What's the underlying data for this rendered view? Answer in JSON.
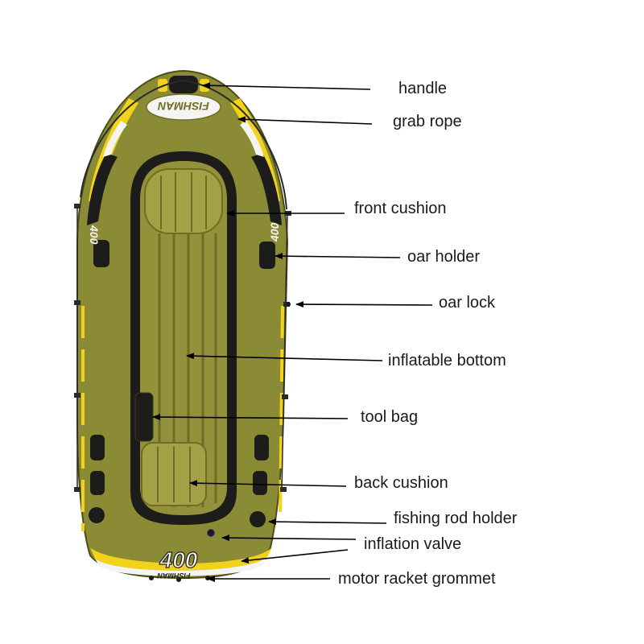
{
  "boat": {
    "model": "400",
    "brand": "FISHMAN",
    "colors": {
      "hull": "#8b8b35",
      "hull_dark": "#6e6d25",
      "hull_light": "#a3a045",
      "trim_yellow": "#f2d21a",
      "black": "#1c1c1a",
      "white": "#f4f4f0"
    }
  },
  "labels": [
    {
      "id": "handle",
      "text": "handle"
    },
    {
      "id": "grab-rope",
      "text": "grab rope"
    },
    {
      "id": "front-cushion",
      "text": "front cushion"
    },
    {
      "id": "oar-holder",
      "text": "oar holder"
    },
    {
      "id": "oar-lock",
      "text": "oar lock"
    },
    {
      "id": "inflatable-bottom",
      "text": "inflatable bottom"
    },
    {
      "id": "tool-bag",
      "text": "tool bag"
    },
    {
      "id": "back-cushion",
      "text": "back cushion"
    },
    {
      "id": "fishing-rod-holder",
      "text": "fishing rod holder"
    },
    {
      "id": "inflation-valve",
      "text": "inflation valve"
    },
    {
      "id": "motor-racket-grommet",
      "text": "motor racket grommet"
    }
  ]
}
